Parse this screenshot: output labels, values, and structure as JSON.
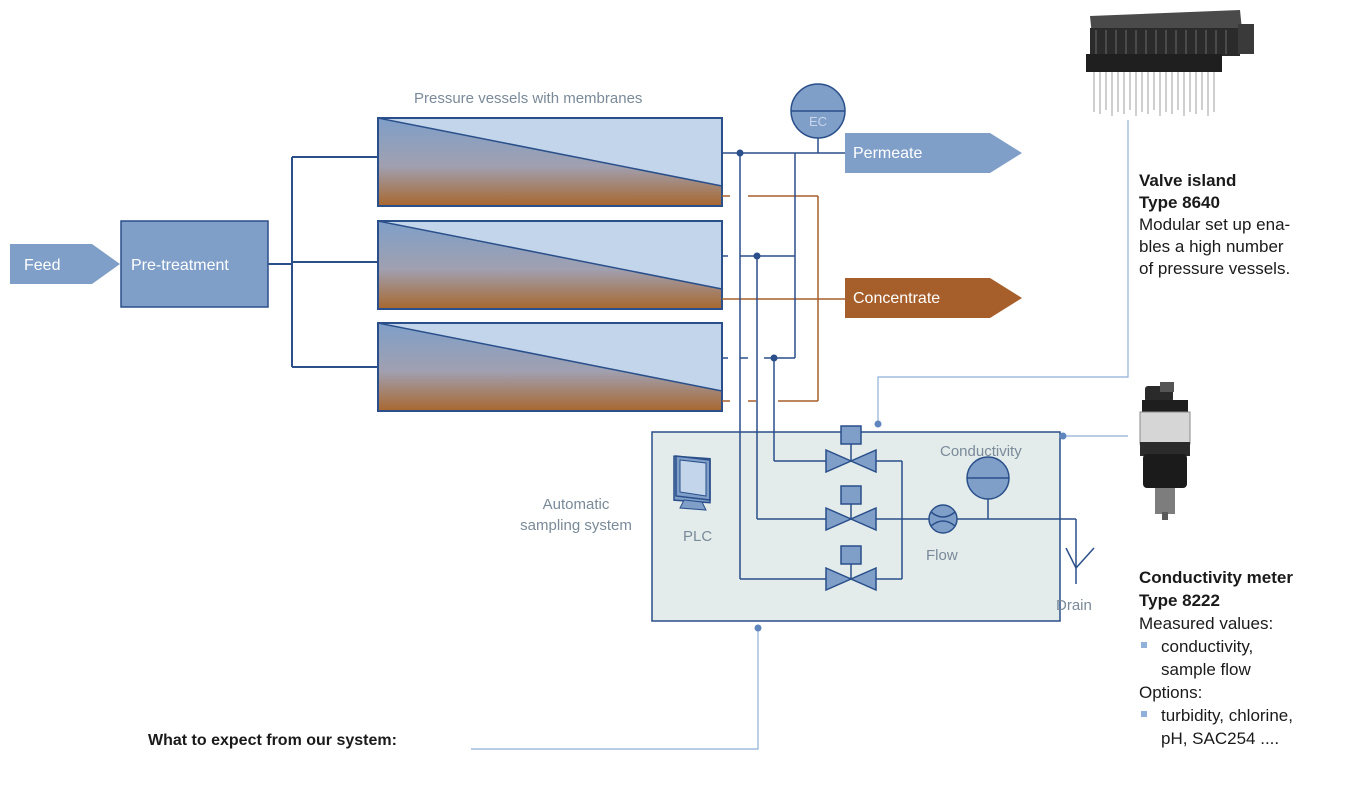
{
  "diagram": {
    "feed": "Feed",
    "pretreatment": "Pre-treatment",
    "vessels_title": "Pressure vessels with membranes",
    "ec": "EC",
    "permeate": "Permeate",
    "concentrate": "Concentrate",
    "sampling_label_1": "Automatic",
    "sampling_label_2": "sampling system",
    "plc": "PLC",
    "conductivity": "Conductivity",
    "flow": "Flow",
    "drain": "Drain"
  },
  "valve_island": {
    "title1": "Valve island",
    "title2": "Type 8640",
    "desc": [
      "Modular set up ena-",
      "bles a high number",
      "of pressure vessels."
    ]
  },
  "conductivity_meter": {
    "title1": "Conductivity meter",
    "title2": "Type 8222",
    "measured_label": "Measured values:",
    "measured_items": [
      "conductivity,",
      "sample flow"
    ],
    "options_label": "Options:",
    "options_items": [
      "turbidity, chlorine,",
      "pH, SAC254 ...."
    ]
  },
  "footer": {
    "expect": "What to expect from our system:"
  },
  "colors": {
    "blue_dark": "#2a4f8a",
    "blue_fill": "#7f9fc9",
    "vessel_light": "#c2d5ea",
    "brown": "#a65e2a",
    "sampling_fill": "#e3eceb"
  }
}
